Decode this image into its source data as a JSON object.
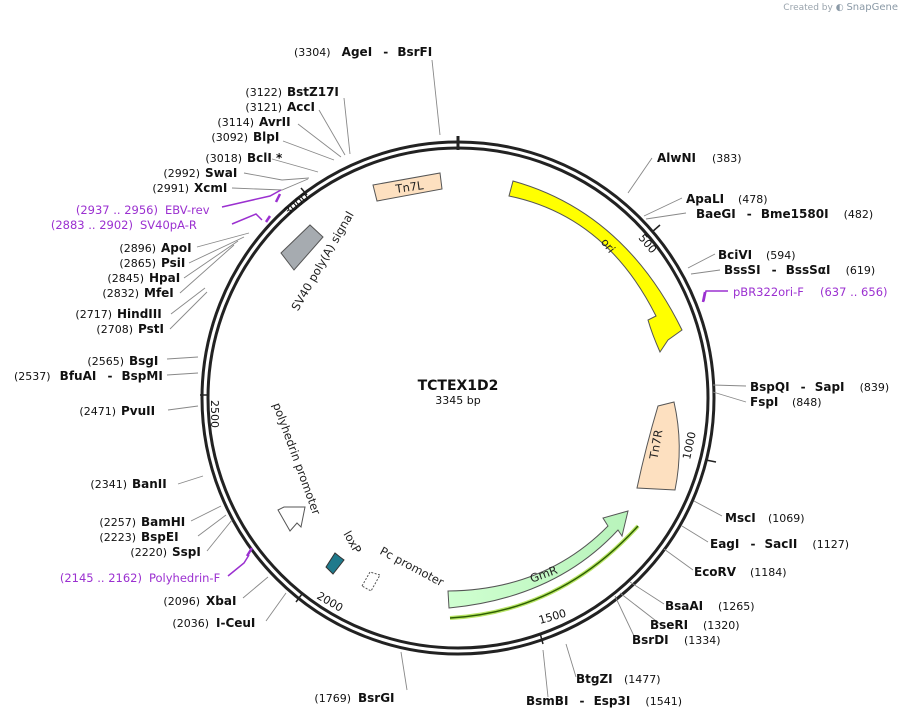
{
  "credit": {
    "prefix": "Created by",
    "brand": "SnapGene"
  },
  "plasmid": {
    "name": "TCTEX1D2",
    "size": "3345 bp"
  },
  "ticks": [
    "500",
    "1000",
    "1500",
    "2000",
    "2500",
    "3000"
  ],
  "features": {
    "tn7l": "Tn7L",
    "ori": "ori",
    "tn7r": "Tn7R",
    "gmr": "GmR",
    "sv40": "SV40 poly(A) signal",
    "polyhedrin": "polyhedrin promoter",
    "loxp": "loxP",
    "pc": "Pc promoter"
  },
  "enzymes": [
    {
      "n1": "AgeI",
      "n2": "BsrFI",
      "pos": "(3304)"
    },
    {
      "n1": "BstZ17I",
      "n2": "",
      "pos": "(3122)"
    },
    {
      "n1": "AccI",
      "n2": "",
      "pos": "(3121)"
    },
    {
      "n1": "AvrII",
      "n2": "",
      "pos": "(3114)"
    },
    {
      "n1": "BlpI",
      "n2": "",
      "pos": "(3092)"
    },
    {
      "n1": "BclI *",
      "n2": "",
      "pos": "(3018)"
    },
    {
      "n1": "SwaI",
      "n2": "",
      "pos": "(2992)"
    },
    {
      "n1": "XcmI",
      "n2": "",
      "pos": "(2991)"
    },
    {
      "n1": "ApoI",
      "n2": "",
      "pos": "(2896)"
    },
    {
      "n1": "PsiI",
      "n2": "",
      "pos": "(2865)"
    },
    {
      "n1": "HpaI",
      "n2": "",
      "pos": "(2845)"
    },
    {
      "n1": "MfeI",
      "n2": "",
      "pos": "(2832)"
    },
    {
      "n1": "HindIII",
      "n2": "",
      "pos": "(2717)"
    },
    {
      "n1": "PstI",
      "n2": "",
      "pos": "(2708)"
    },
    {
      "n1": "BsgI",
      "n2": "",
      "pos": "(2565)"
    },
    {
      "n1": "BfuAI",
      "n2": "BspMI",
      "pos": "(2537)"
    },
    {
      "n1": "PvuII",
      "n2": "",
      "pos": "(2471)"
    },
    {
      "n1": "BanII",
      "n2": "",
      "pos": "(2341)"
    },
    {
      "n1": "BamHI",
      "n2": "",
      "pos": "(2257)"
    },
    {
      "n1": "BspEI",
      "n2": "",
      "pos": "(2223)"
    },
    {
      "n1": "SspI",
      "n2": "",
      "pos": "(2220)"
    },
    {
      "n1": "XbaI",
      "n2": "",
      "pos": "(2096)"
    },
    {
      "n1": "I-CeuI",
      "n2": "",
      "pos": "(2036)"
    },
    {
      "n1": "BsrGI",
      "n2": "",
      "pos": "(1769)"
    },
    {
      "n1": "AlwNI",
      "n2": "",
      "pos": "(383)"
    },
    {
      "n1": "ApaLI",
      "n2": "",
      "pos": "(478)"
    },
    {
      "n1": "BaeGI",
      "n2": "Bme1580I",
      "pos": "(482)"
    },
    {
      "n1": "BciVI",
      "n2": "",
      "pos": "(594)"
    },
    {
      "n1": "BssSI",
      "n2": "BssSαI",
      "pos": "(619)"
    },
    {
      "n1": "BspQI",
      "n2": "SapI",
      "pos": "(839)"
    },
    {
      "n1": "FspI",
      "n2": "",
      "pos": "(848)"
    },
    {
      "n1": "MscI",
      "n2": "",
      "pos": "(1069)"
    },
    {
      "n1": "EagI",
      "n2": "SacII",
      "pos": "(1127)"
    },
    {
      "n1": "EcoRV",
      "n2": "",
      "pos": "(1184)"
    },
    {
      "n1": "BsaAI",
      "n2": "",
      "pos": "(1265)"
    },
    {
      "n1": "BseRI",
      "n2": "",
      "pos": "(1320)"
    },
    {
      "n1": "BsrDI",
      "n2": "",
      "pos": "(1334)"
    },
    {
      "n1": "BtgZI",
      "n2": "",
      "pos": "(1477)"
    },
    {
      "n1": "BsmBI",
      "n2": "Esp3I",
      "pos": "(1541)"
    }
  ],
  "primers": [
    {
      "name": "EBV-rev",
      "range": "(2937 .. 2956)"
    },
    {
      "name": "SV40pA-R",
      "range": "(2883 .. 2902)"
    },
    {
      "name": "pBR322ori-F",
      "range": "(637 .. 656)"
    },
    {
      "name": "Polyhedrin-F",
      "range": "(2145 .. 2162)"
    }
  ],
  "colors": {
    "backbone": "#222222",
    "ori": "#ffff00",
    "tn7": "#fde0c0",
    "gmr": "#ccffcc",
    "sv40": "#a6abb0",
    "loxp": "#1f7a8c",
    "primer": "#9b30d0"
  }
}
